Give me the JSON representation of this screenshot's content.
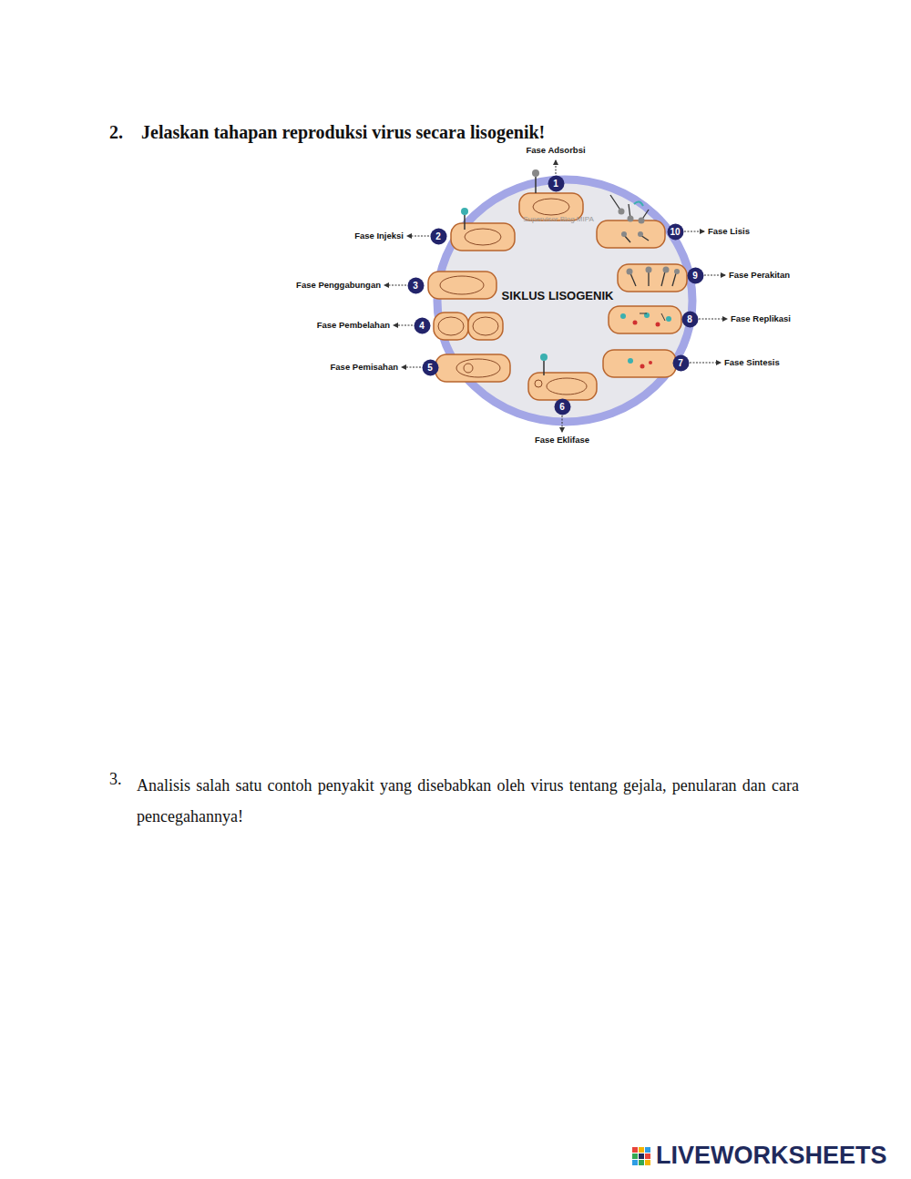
{
  "diagram": {
    "nodes": [
      {
        "text": [
          "1"
        ]
      },
      {
        "text": [
          "2"
        ]
      },
      {
        "text": [
          "3"
        ]
      },
      {
        "text": [
          "4"
        ]
      },
      {
        "text": [
          "5"
        ]
      },
      {
        "text": [
          "6"
        ]
      },
      {
        "text": [
          "7"
        ]
      },
      {
        "text": [
          "8"
        ]
      },
      {
        "text": [
          "9"
        ]
      },
      {
        "text": [
          "10"
        ]
      }
    ],
    "labels": [
      "2.",
      "Jelaskan tahapan reproduksi virus secara lisogenik!",
      "Fase Adsorbsi",
      "Fase Injeksi",
      "Fase Penggabungan",
      "Fase Pembelahan",
      "Fase Pemisahan",
      "Fase Eklifase",
      "Fase Sintesis",
      "Fase Replikasi",
      "Fase Perakitan",
      "Fase Lisis",
      "SIKLUS LISOGENIK",
      "Supervisor Blog MIPA",
      "3.",
      "Analisis salah satu contoh penyakit yang disebabkan oleh virus tentang gejala, penularan dan cara pencegahannya!",
      "LIVEWORKSHEETS"
    ]
  }
}
